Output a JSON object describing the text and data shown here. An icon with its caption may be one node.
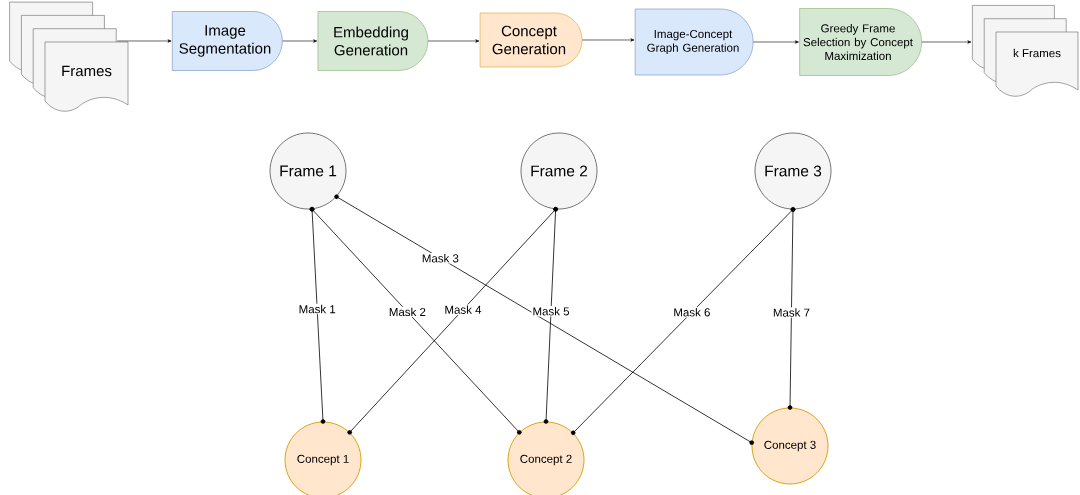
{
  "diagram": {
    "nodes": [
      {
        "text": [
          "Frames"
        ]
      },
      {
        "text": [
          "Image Segmentation"
        ]
      },
      {
        "text": [
          "Embedding Generation"
        ]
      },
      {
        "text": [
          "Concept Generation"
        ]
      },
      {
        "text": [
          "Image-Concept Graph Generation"
        ]
      },
      {
        "text": [
          "Greedy Frame Selection by Concept Maximization"
        ]
      },
      {
        "text": [
          "k Frames"
        ]
      },
      {
        "text": [
          "Frame 1"
        ]
      },
      {
        "text": [
          "Frame 2"
        ]
      },
      {
        "text": [
          "Frame 3"
        ]
      },
      {
        "text": [
          "Concept 1"
        ]
      },
      {
        "text": [
          "Concept 2"
        ]
      },
      {
        "text": [
          "Concept 3"
        ]
      }
    ],
    "edges": [
      {
        "from": 0,
        "to": 1,
        "arrow": "to"
      },
      {
        "from": 1,
        "to": 2,
        "arrow": "to"
      },
      {
        "from": 2,
        "to": 3,
        "arrow": "to"
      },
      {
        "from": 3,
        "to": 4,
        "arrow": "to"
      },
      {
        "from": 4,
        "to": 5,
        "arrow": "to"
      },
      {
        "from": 5,
        "to": 6,
        "arrow": "to"
      },
      {
        "from": 7,
        "to": 10,
        "arrow": "other",
        "label": "Mask 1"
      },
      {
        "from": 7,
        "to": 11,
        "arrow": "other",
        "label": "Mask 2"
      },
      {
        "from": 7,
        "to": 12,
        "arrow": "other",
        "label": "Mask 3"
      },
      {
        "from": 8,
        "to": 10,
        "arrow": "other",
        "label": "Mask 4"
      },
      {
        "from": 8,
        "to": 11,
        "arrow": "other",
        "label": "Mask 5"
      },
      {
        "from": 9,
        "to": 11,
        "arrow": "other",
        "label": "Mask 6"
      },
      {
        "from": 9,
        "to": 12,
        "arrow": "other",
        "label": "Mask 7"
      }
    ]
  }
}
